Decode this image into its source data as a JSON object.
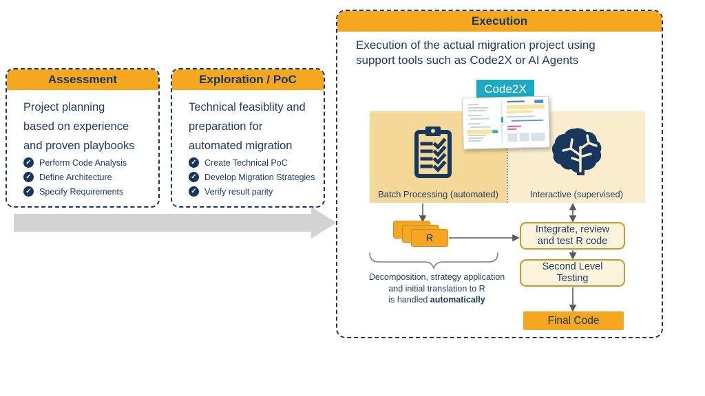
{
  "phases": {
    "assessment": {
      "title": "Assessment",
      "description": "Project planning\nbased on experience\nand proven playbooks",
      "checklist": [
        "Perform Code Analysis",
        "Define Architecture",
        "Specify Requirements"
      ]
    },
    "exploration": {
      "title": "Exploration / PoC",
      "description": "Technical feasiblity and\npreparation for\nautomated migration",
      "checklist": [
        "Create Technical PoC",
        "Develop Migration Strategies",
        "Verify result parity"
      ]
    }
  },
  "execution": {
    "title": "Execution",
    "intro": "Execution of the actual migration project using\nsupport tools such as Code2X or AI Agents",
    "tool_badge": "Code2X",
    "batch_zone_label": "Batch Processing (automated)",
    "interactive_zone_label": "Interactive (supervised)",
    "r_document_label": "R",
    "note_line1": "Decomposition, strategy application",
    "note_line2": "and initial translation to R",
    "note_line3_regular": "is handled",
    "note_line3_bold": "automatically",
    "integrate_box": "Integrate, review\nand test R code",
    "second_level_box": "Second Level\nTesting",
    "final_code_box": "Final Code"
  },
  "icons": {
    "checklist_bullet": "check-circle-icon",
    "batch_zone": "clipboard-checklist-icon",
    "interactive_zone": "brain-icon",
    "timeline": "right-arrow-shape"
  },
  "colors": {
    "accent_orange": "#F4A71F",
    "navy_text": "#1E3A5F",
    "dashed_border_navy": "#17375E",
    "badge_cyan": "#1FAAC3",
    "zone_batch": "#F5D999",
    "zone_interactive": "#FAEDCD",
    "flow_box_fill": "#FCF3DC",
    "flow_box_border": "#CD9629",
    "timeline_arrow_grey": "#D3D3D3",
    "connector_grey": "#595959"
  }
}
